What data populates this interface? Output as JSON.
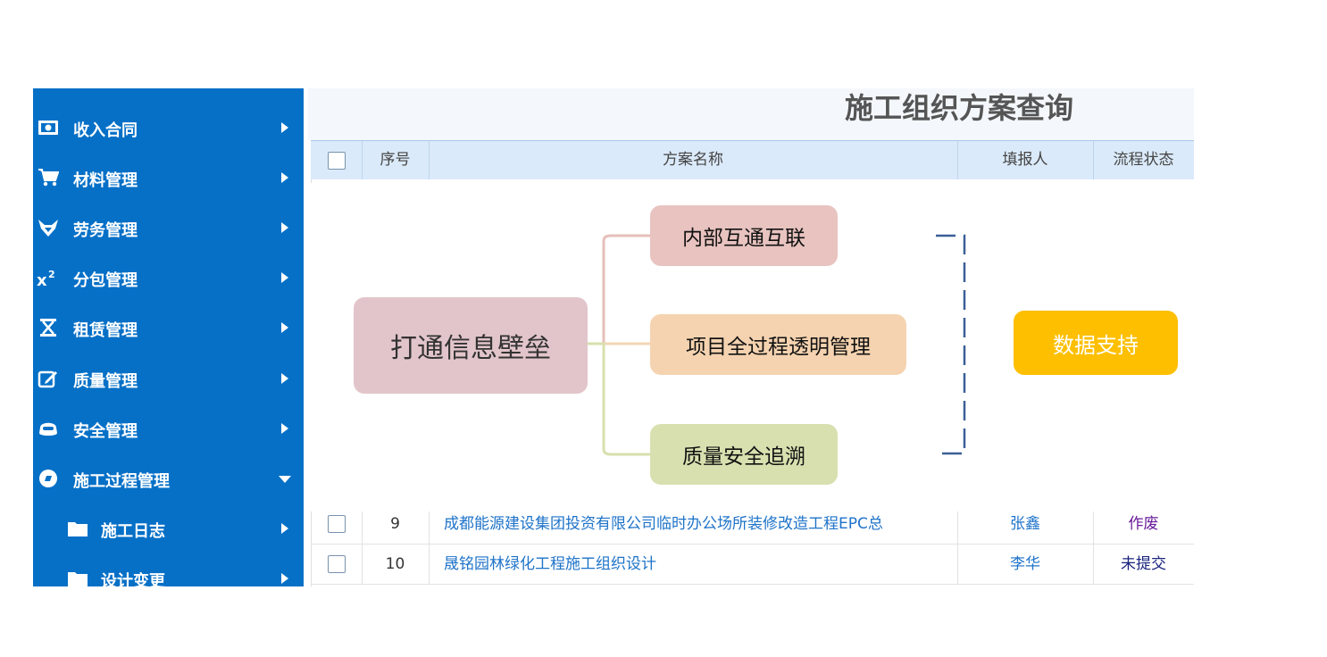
{
  "sidebar": {
    "items": [
      {
        "label": "收入合同",
        "icon": "money-icon"
      },
      {
        "label": "材料管理",
        "icon": "cart-icon"
      },
      {
        "label": "劳务管理",
        "icon": "fox-icon"
      },
      {
        "label": "分包管理",
        "icon": "superscript-icon"
      },
      {
        "label": "租赁管理",
        "icon": "hourglass-icon"
      },
      {
        "label": "质量管理",
        "icon": "edit-icon"
      },
      {
        "label": "安全管理",
        "icon": "helmet-icon"
      },
      {
        "label": "施工过程管理",
        "icon": "circle-icon",
        "expanded": true
      }
    ],
    "subitems": [
      {
        "label": "施工日志",
        "icon": "folder-icon"
      },
      {
        "label": "设计变更",
        "icon": "folder-icon"
      }
    ]
  },
  "page": {
    "title": "施工组织方案查询"
  },
  "table": {
    "columns": [
      "序号",
      "方案名称",
      "填报人",
      "流程状态"
    ],
    "rows": [
      {
        "no": "9",
        "name": "成都能源建设集团投资有限公司临时办公场所装修改造工程EPC总",
        "reporter": "张鑫",
        "status": "作废",
        "status_color": "#6a1b9a"
      },
      {
        "no": "10",
        "name": "晟铭园林绿化工程施工组织设计",
        "reporter": "李华",
        "status": "未提交",
        "status_color": "#1a237e"
      }
    ]
  },
  "diagram": {
    "root": {
      "label": "打通信息壁垒",
      "color": "#e2c5ca"
    },
    "children": [
      {
        "label": "内部互通互联",
        "color": "#e8c3bf",
        "line_color": "#e6bfb9"
      },
      {
        "label": "项目全过程透明管理",
        "color": "#f5d3b0",
        "line_color": "#f2d6b3"
      },
      {
        "label": "质量安全追溯",
        "color": "#d8e0b0",
        "line_color": "#d7e0ad"
      }
    ],
    "bracket_color": "#3a5f96",
    "target": {
      "label": "数据支持",
      "color": "#fdbf00"
    }
  },
  "colors": {
    "sidebar_bg": "#0670c7",
    "link": "#1e73c9"
  }
}
